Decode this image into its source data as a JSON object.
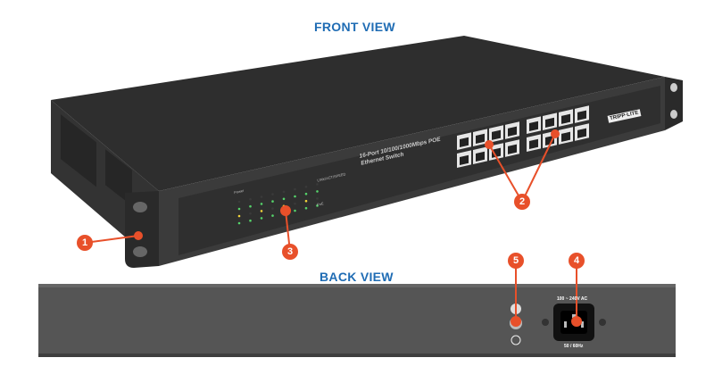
{
  "front_view": {
    "title": "FRONT VIEW",
    "model_line1": "16-Port 10/100/1000Mbps POE",
    "model_line2": "Ethernet Switch",
    "brand": "TRIPP·LITE",
    "led_labels": {
      "power": "Power",
      "link": "LINK/ACT/SPEED",
      "poe": "PoE"
    }
  },
  "back_view": {
    "title": "BACK VIEW",
    "voltage_label": "100 ~ 240V AC",
    "frequency_label": "50 / 60Hz"
  },
  "callouts": [
    "1",
    "2",
    "3",
    "4",
    "5"
  ],
  "colors": {
    "title": "#1f6cb4",
    "callout": "#e8502a",
    "chassis": "#3a3a3a"
  }
}
